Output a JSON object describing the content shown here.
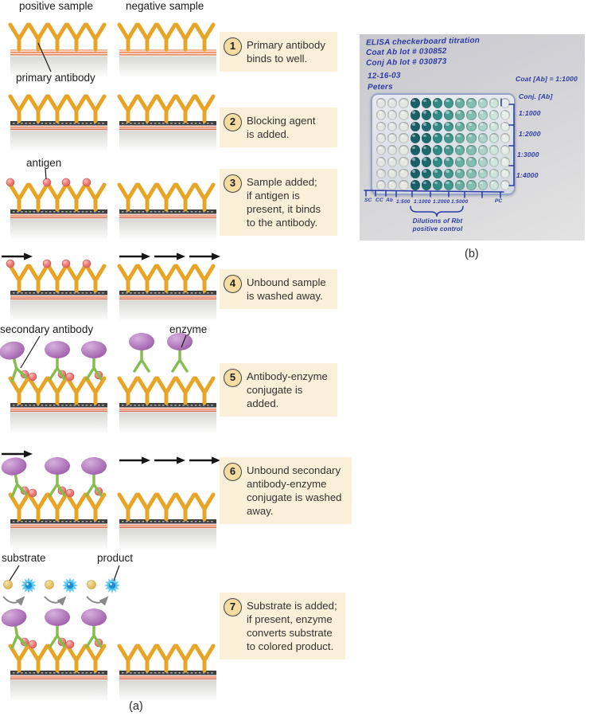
{
  "figure": {
    "panel_a_label": "(a)",
    "panel_b_label": "(b)"
  },
  "diagram": {
    "column_headers": {
      "positive": "positive sample",
      "negative": "negative sample"
    },
    "annotations": {
      "primary_antibody": "primary antibody",
      "antigen": "antigen",
      "secondary_antibody": "secondary antibody",
      "enzyme": "enzyme",
      "substrate": "substrate",
      "product": "product"
    },
    "steps": [
      {
        "num": "1",
        "text": "Primary antibody\nbinds to well."
      },
      {
        "num": "2",
        "text": "Blocking agent\nis added."
      },
      {
        "num": "3",
        "text": "Sample added;\nif antigen is\npresent, it binds\nto the antibody."
      },
      {
        "num": "4",
        "text": "Unbound sample\nis washed away."
      },
      {
        "num": "5",
        "text": "Antibody-enzyme\nconjugate is added."
      },
      {
        "num": "6",
        "text": "Unbound secondary\nantibody-enzyme\nconjugate is washed\naway."
      },
      {
        "num": "7",
        "text": "Substrate is added;\nif present, enzyme\nconverts substrate\nto colored product."
      }
    ],
    "colors": {
      "primary_antibody": "#E8A425",
      "secondary_antibody": "#86BB4D",
      "enzyme": "#A96BB5",
      "antigen": "#E87272",
      "substrate": "#E9C86B",
      "product": "#45B9EC",
      "callout_bg": "#FAEFD8",
      "callout_badge": "#F5DCA1"
    }
  },
  "photo": {
    "notes": [
      "ELISA checkerboard titration",
      "Coat Ab lot # 030852",
      "Conj Ab lot # 030873",
      "12-16-03",
      "Peters"
    ],
    "right_labels": {
      "coat": "Coat [Ab] = 1:1000",
      "conj": "Conj. [Ab]",
      "dilutions": [
        "1:1000",
        "1:2000",
        "1:3000",
        "1:4000"
      ]
    },
    "bottom_labels": [
      "SC",
      "CC",
      "Ab",
      "1:500",
      "1:1000",
      "1:2000",
      "1:5000",
      "PC"
    ],
    "brace_caption": "Dilutions of Rbt\npositive control",
    "ink_color": "#2B3AA6",
    "plate": {
      "rows": 8,
      "cols": 12,
      "column_colors": [
        "#E3E6E2",
        "#E3E6E2",
        "#E6E8E4",
        "#176067",
        "#1A6A6E",
        "#2F8B84",
        "#41998F",
        "#6AB1A3",
        "#85BFB1",
        "#ACD4C8",
        "#CFE6DC",
        "#E6EEE9"
      ]
    }
  }
}
